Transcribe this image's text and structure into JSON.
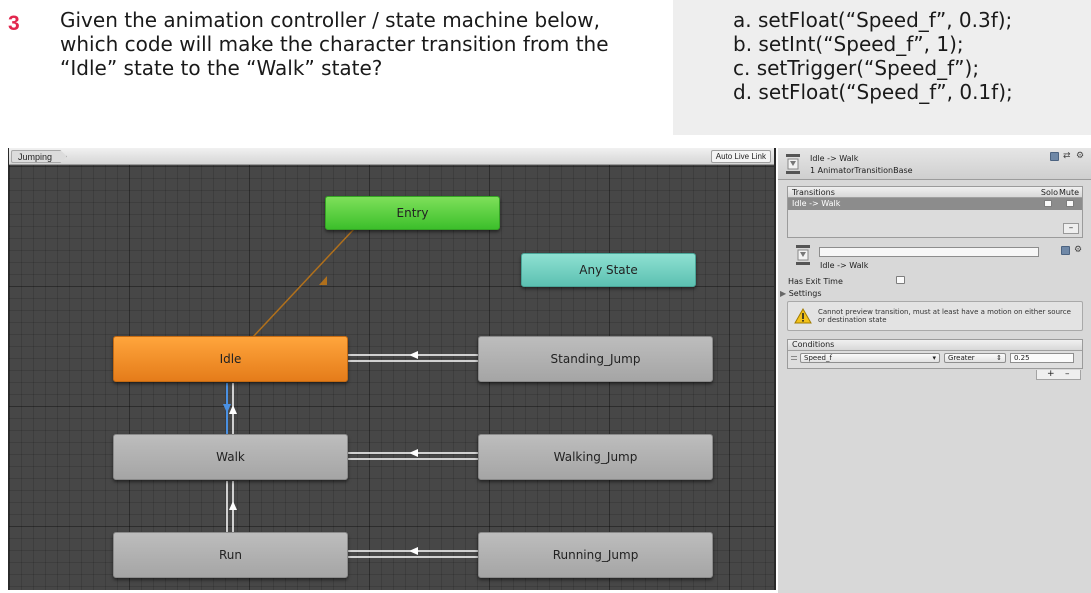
{
  "question": {
    "number": "3",
    "lines": [
      "Given the animation controller / state machine below,",
      "which code will make the character transition from the",
      "“Idle” state to the “Walk” state?"
    ]
  },
  "answers": [
    "a. setFloat(“Speed_f”, 0.3f);",
    "b. setInt(“Speed_f”, 1);",
    "c. setTrigger(“Speed_f”);",
    "d. setFloat(“Speed_f”, 0.1f);"
  ],
  "animator": {
    "breadcrumb": "Jumping",
    "auto_live_link": "Auto Live Link",
    "states": {
      "entry": "Entry",
      "any_state": "Any State",
      "idle": "Idle",
      "walk": "Walk",
      "run": "Run",
      "standing_jump": "Standing_Jump",
      "walking_jump": "Walking_Jump",
      "running_jump": "Running_Jump"
    },
    "colors": {
      "entry": "#4ccc36",
      "any_state": "#70cfc0",
      "idle": "#f5901f",
      "state": "#b0b0b0",
      "grid": "#474747",
      "entry_link": "#b0701c",
      "selected_link": "#4a90e2"
    }
  },
  "inspector": {
    "title": "Idle -> Walk",
    "subtitle": "1 AnimatorTransitionBase",
    "transitions": {
      "header": "Transitions",
      "solo": "Solo",
      "mute": "Mute",
      "row": "Idle -> Walk",
      "minus": "–"
    },
    "detail_name": "Idle -> Walk",
    "has_exit_time": "Has Exit Time",
    "settings": "Settings",
    "warning": "Cannot preview transition, must at least have a motion on either source or destination state",
    "conditions": {
      "header": "Conditions",
      "parameter": "Speed_f",
      "mode": "Greater",
      "value": "0.25",
      "plus": "+",
      "minus": "–"
    }
  }
}
